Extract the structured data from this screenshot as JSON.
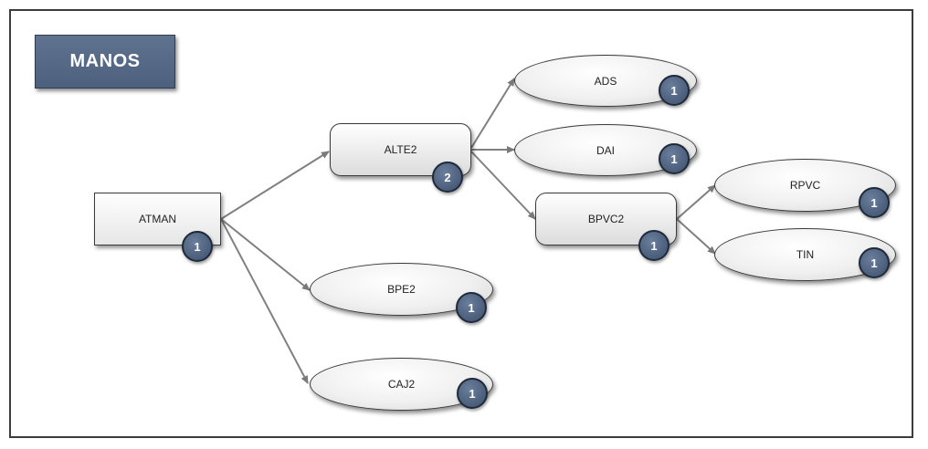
{
  "title": "MANOS",
  "nodes": {
    "atman": {
      "label": "ATMAN",
      "count": "1"
    },
    "alte2": {
      "label": "ALTE2",
      "count": "2"
    },
    "bpe2": {
      "label": "BPE2",
      "count": "1"
    },
    "caj2": {
      "label": "CAJ2",
      "count": "1"
    },
    "ads": {
      "label": "ADS",
      "count": "1"
    },
    "dai": {
      "label": "DAI",
      "count": "1"
    },
    "bpvc2": {
      "label": "BPVC2",
      "count": "1"
    },
    "rpvc": {
      "label": "RPVC",
      "count": "1"
    },
    "tin": {
      "label": "TIN",
      "count": "1"
    }
  },
  "edges": [
    [
      "ATMAN",
      "ALTE2"
    ],
    [
      "ATMAN",
      "BPE2"
    ],
    [
      "ATMAN",
      "CAJ2"
    ],
    [
      "ALTE2",
      "ADS"
    ],
    [
      "ALTE2",
      "DAI"
    ],
    [
      "ALTE2",
      "BPVC2"
    ],
    [
      "BPVC2",
      "RPVC"
    ],
    [
      "BPVC2",
      "TIN"
    ]
  ],
  "colors": {
    "title_bg": "#5a6e8c",
    "badge_bg": "#4a5d7a",
    "edge": "#808080"
  }
}
